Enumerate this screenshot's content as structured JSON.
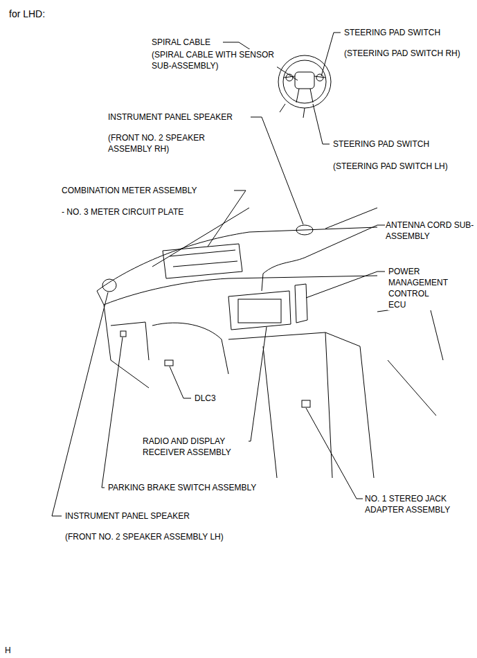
{
  "diagram": {
    "title": "for LHD:",
    "labels": [
      "SPIRAL CABLE",
      "(SPIRAL CABLE WITH SENSOR SUB-ASSEMBLY)",
      "STEERING PAD SWITCH",
      "(STEERING PAD SWITCH RH)",
      "STEERING PAD SWITCH",
      "(STEERING PAD SWITCH LH)",
      "INSTRUMENT PANEL SPEAKER",
      "(FRONT NO. 2 SPEAKER ASSEMBLY RH)",
      "COMBINATION METER ASSEMBLY",
      "- NO. 3 METER CIRCUIT PLATE",
      "ANTENNA CORD SUB-ASSEMBLY",
      "POWER MANAGEMENT CONTROL ECU",
      "DLC3",
      "RADIO AND DISPLAY RECEIVER ASSEMBLY",
      "PARKING BRAKE SWITCH ASSEMBLY",
      "NO. 1 STEREO JACK ADAPTER ASSEMBLY",
      "INSTRUMENT PANEL SPEAKER",
      "(FRONT NO. 2 SPEAKER ASSEMBLY LH)",
      "H"
    ]
  }
}
